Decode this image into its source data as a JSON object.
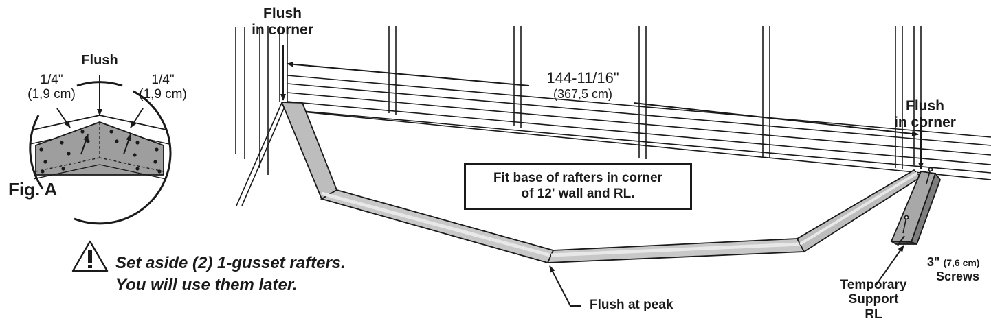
{
  "fig_a": {
    "label": "Fig. A",
    "flush": "Flush",
    "left_dim": "1/4\"",
    "left_metric": "(1,9 cm)",
    "right_dim": "1/4\"",
    "right_metric": "(1,9 cm)"
  },
  "warning": {
    "line1": "Set aside (2) 1-gusset rafters.",
    "line2": "You will use them later."
  },
  "labels": {
    "flush_corner_left_1": "Flush",
    "flush_corner_left_2": "in corner",
    "flush_corner_right_1": "Flush",
    "flush_corner_right_2": "in corner",
    "dimension": "144-11/16\"",
    "dimension_metric": "(367,5 cm)",
    "flush_peak": "Flush at peak",
    "screws_1": "3\"",
    "screws_metric": "(7,6 cm)",
    "screws_2": "Screws",
    "temp_1": "Temporary",
    "temp_2": "Support",
    "temp_3": "RL"
  },
  "note": {
    "line1": "Fit base of rafters in corner",
    "line2": "of 12' wall and RL."
  },
  "colors": {
    "rafter_fill": "#bdbdbd",
    "rafter_top": "#e0e0e0",
    "gusset_fill": "#9e9e9e",
    "line": "#1a1a1a"
  }
}
